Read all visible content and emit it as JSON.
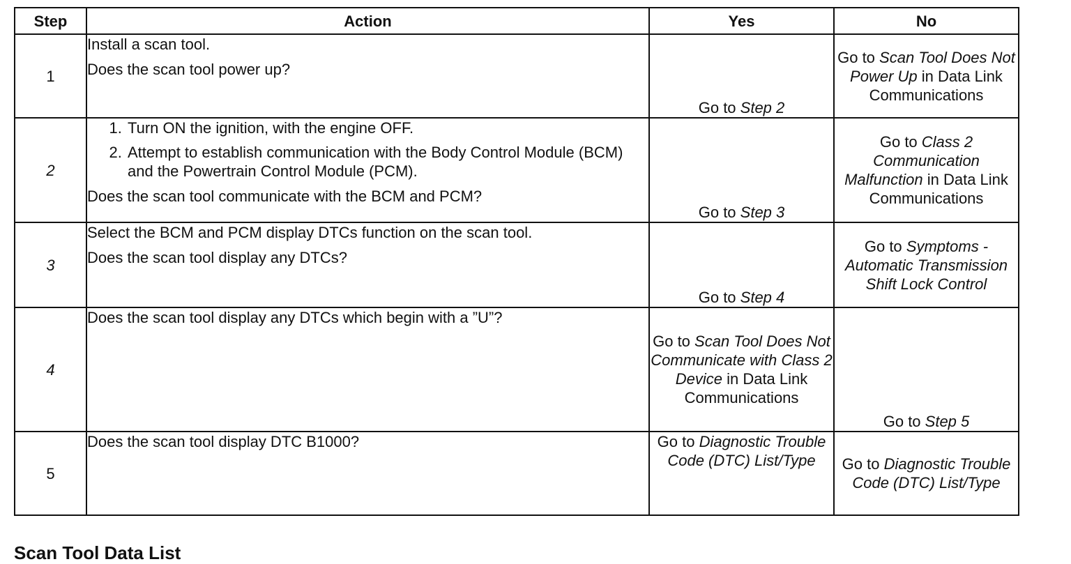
{
  "table": {
    "headers": {
      "step": "Step",
      "action": "Action",
      "yes": "Yes",
      "no": "No"
    },
    "rows": [
      {
        "step": "1",
        "action_lines": [
          "Install a scan tool.",
          "Does the scan tool power up?"
        ],
        "yes": {
          "pre": "Go to ",
          "ref": "Step 2",
          "post": ""
        },
        "no": {
          "pre": "Go to ",
          "ref": "Scan Tool Does Not Power Up",
          "post": " in Data Link Communications"
        }
      },
      {
        "step": "2",
        "action_list": [
          "Turn ON the ignition, with the engine OFF.",
          "Attempt to establish communication with the Body Control Module (BCM) and the Powertrain Control Module (PCM)."
        ],
        "action_question": "Does the scan tool communicate with the BCM and PCM?",
        "yes": {
          "pre": "Go to ",
          "ref": "Step 3",
          "post": ""
        },
        "no": {
          "pre": "Go to ",
          "ref": "Class 2 Communication Malfunction",
          "post": " in Data Link Communications"
        }
      },
      {
        "step": "3",
        "action_lines": [
          "Select the BCM and PCM display DTCs function on the scan tool.",
          "Does the scan tool display any DTCs?"
        ],
        "yes": {
          "pre": "Go to ",
          "ref": "Step 4",
          "post": ""
        },
        "no": {
          "pre": "Go to ",
          "ref": "Symptoms - Automatic Transmission Shift Lock Control",
          "post": ""
        }
      },
      {
        "step": "4",
        "action_lines": [
          "Does the scan tool display any DTCs which begin with a ”U”?"
        ],
        "yes": {
          "pre": "Go to ",
          "ref": "Scan Tool Does Not Communicate with Class 2 Device",
          "post": " in Data Link Communications"
        },
        "no": {
          "pre": "Go to ",
          "ref": "Step 5",
          "post": ""
        }
      },
      {
        "step": "5",
        "action_lines": [
          "Does the scan tool display DTC B1000?"
        ],
        "yes": {
          "pre": "Go to ",
          "ref": "Diagnostic Trouble Code (DTC) List/Type",
          "post": ""
        },
        "no": {
          "pre": "Go to ",
          "ref": "Diagnostic Trouble Code (DTC) List/Type",
          "post": ""
        }
      }
    ]
  },
  "next_section_heading": "Scan Tool Data List"
}
